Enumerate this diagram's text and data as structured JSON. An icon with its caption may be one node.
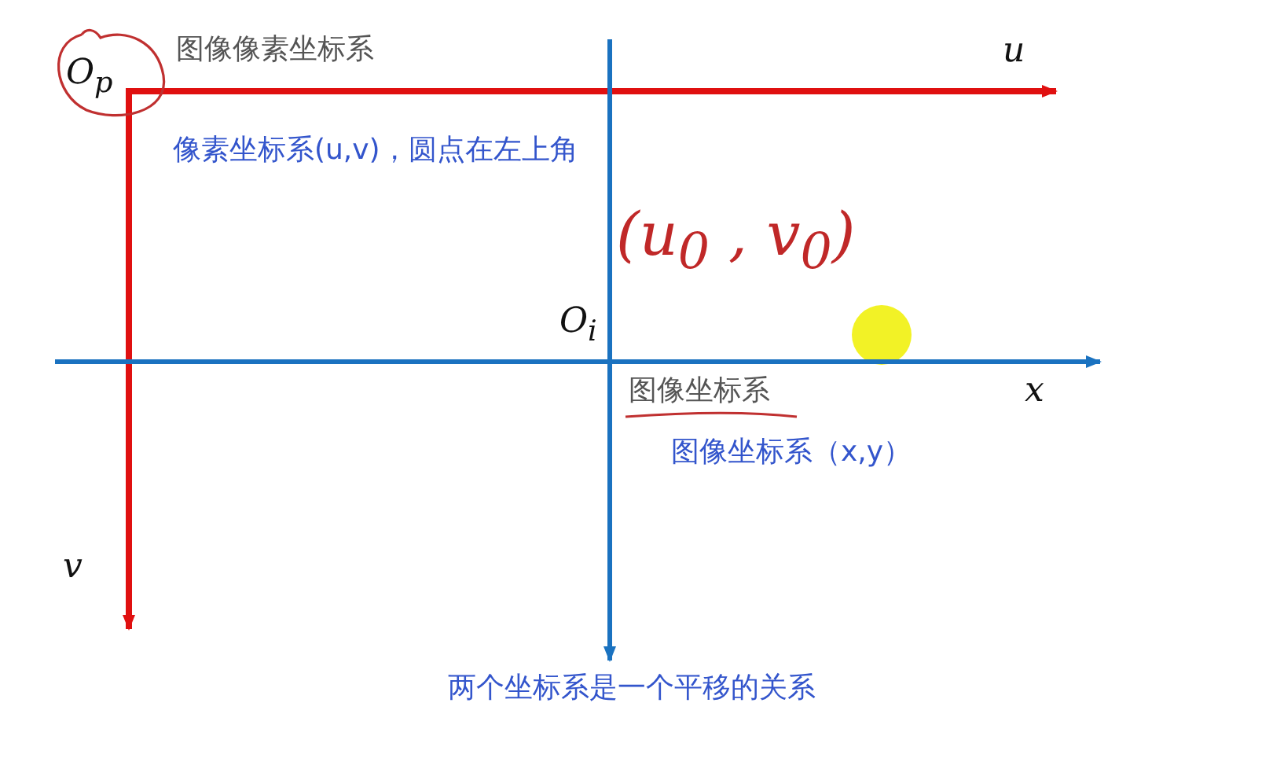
{
  "diagram": {
    "labels": [
      "O$_{p}$",
      "图像像素坐标系",
      "u",
      "像素坐标系(u,v)，圆点在左上角",
      "(u$_{0}$ , v$_{0}$)",
      "O$_{i}$",
      "x",
      "图像坐标系",
      "图像坐标系（x,y）",
      "v",
      "两个坐标系是一个平移的关系"
    ]
  }
}
